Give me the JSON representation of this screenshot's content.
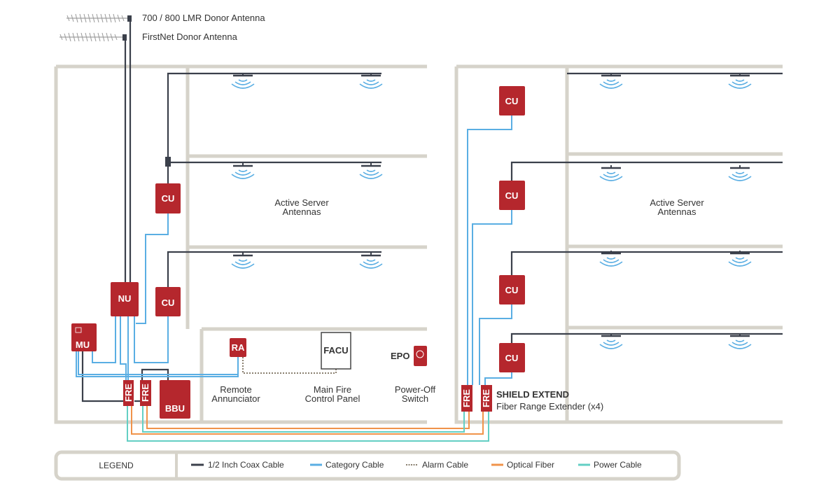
{
  "donor_antennas": [
    {
      "label": "700 / 800 LMR Donor Antenna"
    },
    {
      "label": "FirstNet Donor Antenna"
    }
  ],
  "zones": [
    {
      "label_line1": "Active Server",
      "label_line2": "Antennas"
    },
    {
      "label_line1": "Active Server",
      "label_line2": "Antennas"
    }
  ],
  "devices": {
    "cu": "CU",
    "nu": "NU",
    "mu": "MU",
    "ra": "RA",
    "fre": "FRE",
    "bbu": "BBU",
    "facu": "FACU",
    "epo": "EPO"
  },
  "captions": {
    "remote_annunciator": [
      "Remote",
      "Annunciator"
    ],
    "fire_panel": [
      "Main Fire",
      "Control Panel"
    ],
    "power_off": [
      "Power-Off",
      "Switch"
    ],
    "shield_extend": [
      "SHIELD EXTEND",
      "Fiber Range Extender (x4)"
    ]
  },
  "legend": {
    "title": "LEGEND",
    "items": [
      {
        "label": "1/2 Inch Coax Cable",
        "color": "#3b404b"
      },
      {
        "label": "Category Cable",
        "color": "#5aaee3"
      },
      {
        "label": "Alarm Cable",
        "color": "#8a8070"
      },
      {
        "label": "Optical Fiber",
        "color": "#f0934a"
      },
      {
        "label": "Power Cable",
        "color": "#63cfc4"
      }
    ]
  }
}
